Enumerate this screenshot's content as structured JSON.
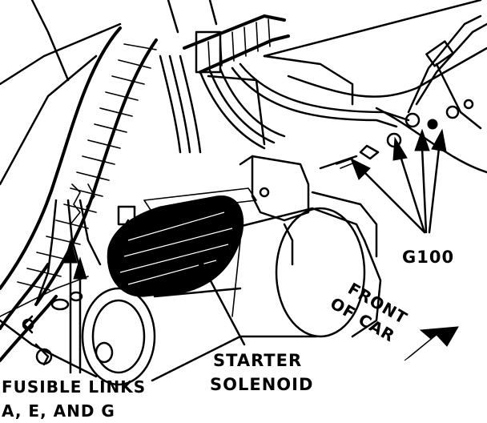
{
  "labels": {
    "g100": "G100",
    "front_line1": "FRONT",
    "front_line2": "OF CAR",
    "starter_line1": "STARTER",
    "starter_line2": "SOLENOID",
    "fusible_line1": "FUSIBLE LINKS",
    "fusible_line2": "A, E, AND G"
  },
  "colors": {
    "ink": "#000000",
    "paper": "#ffffff"
  }
}
